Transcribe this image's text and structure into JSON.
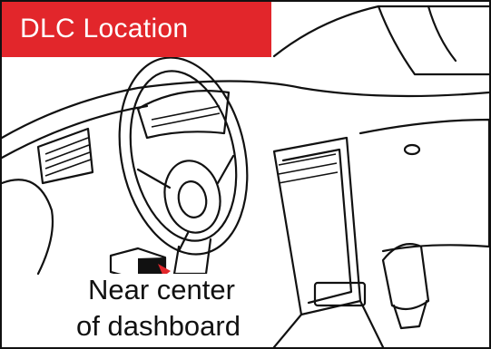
{
  "title": "DLC Location",
  "caption": {
    "line1": "Near center",
    "line2": "of dashboard"
  },
  "colors": {
    "banner": "#e2262b",
    "pointer": "#e2262b",
    "line": "#111111",
    "background": "#ffffff"
  }
}
